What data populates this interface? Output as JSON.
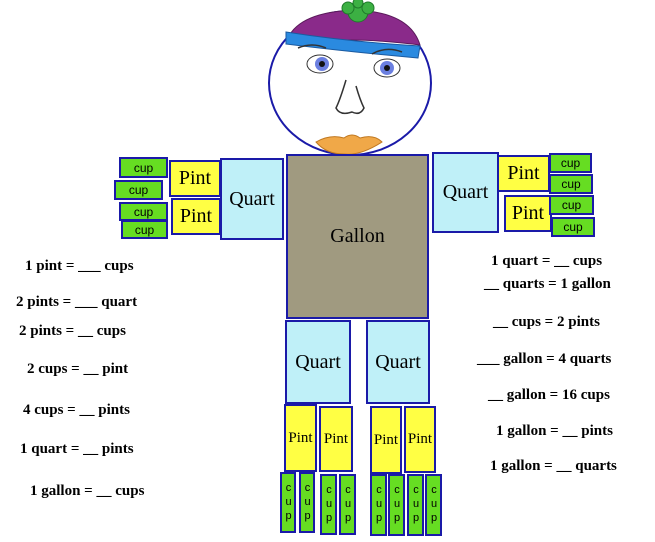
{
  "labels": {
    "cup": "cup",
    "pint": "Pint",
    "quart": "Quart",
    "gallon": "Gallon"
  },
  "questions_left": [
    "1 pint = ___ cups",
    "2 pints = ___ quart",
    "2 pints =  __ cups",
    "2 cups = __ pint",
    "4 cups = __ pints",
    "1 quart = __ pints",
    "1 gallon = __ cups"
  ],
  "questions_right": [
    "1 quart = __ cups",
    "__ quarts = 1 gallon",
    "__ cups = 2 pints",
    "___ gallon = 4 quarts",
    "__ gallon = 16 cups",
    "1 gallon = __ pints",
    "1 gallon = __ quarts"
  ],
  "colors": {
    "cup": "#66dd22",
    "pint": "#ffff44",
    "quart": "#bff0f8",
    "gallon": "#a09a80",
    "border": "#1a1aa8",
    "hat": "#8a2a8a",
    "hat_band": "#2a8ae0",
    "pompom": "#3cb043",
    "eyes": "#6b7fe0",
    "lips": "#f0a848"
  }
}
